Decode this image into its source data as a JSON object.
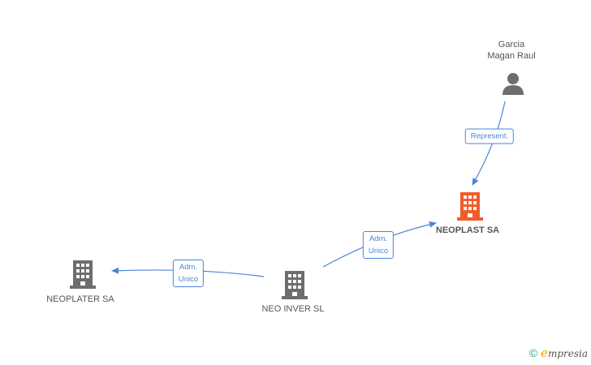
{
  "nodes": {
    "person": {
      "name": "Garcia\nMagan Raul"
    },
    "neoplast": {
      "name": "NEOPLAST SA",
      "color": "#f25c2a"
    },
    "neoinver": {
      "name": "NEO INVER  SL",
      "color": "#6d6d6d"
    },
    "neoplater": {
      "name": "NEOPLATER SA",
      "color": "#6d6d6d"
    }
  },
  "edges": {
    "represent": {
      "label": "Represent."
    },
    "adm_neoplast": {
      "label": "Adm.\nUnico"
    },
    "adm_neoplater": {
      "label": "Adm.\nUnico"
    }
  },
  "colors": {
    "edge": "#4a86d4",
    "icon_gray": "#6d6d6d",
    "accent": "#f25c2a"
  },
  "footer": {
    "copyright_symbol": "©",
    "brand_initial": "e",
    "brand_rest": "mpresia"
  }
}
